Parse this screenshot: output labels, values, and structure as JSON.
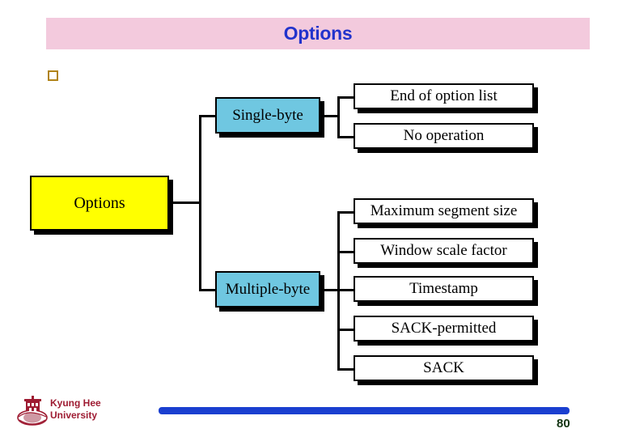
{
  "slide": {
    "title": "Options",
    "bullet_glyph": "hollow-square",
    "title_band_color": "#f3cadd",
    "title_text_color": "#2233cc"
  },
  "diagram": {
    "type": "tree",
    "root": {
      "label": "Options",
      "fill_color": "#ffff00"
    },
    "branches": [
      {
        "label": "Single-byte",
        "fill_color": "#6fc7e1",
        "children": [
          {
            "label": "End of option list",
            "fill_color": "#ffffff"
          },
          {
            "label": "No operation",
            "fill_color": "#ffffff"
          }
        ]
      },
      {
        "label": "Multiple-byte",
        "fill_color": "#6fc7e1",
        "children": [
          {
            "label": "Maximum segment size",
            "fill_color": "#ffffff"
          },
          {
            "label": "Window scale factor",
            "fill_color": "#ffffff"
          },
          {
            "label": "Timestamp",
            "fill_color": "#ffffff"
          },
          {
            "label": "SACK-permitted",
            "fill_color": "#ffffff"
          },
          {
            "label": "SACK",
            "fill_color": "#ffffff"
          }
        ]
      }
    ]
  },
  "footer": {
    "university_line1": "Kyung Hee",
    "university_line2": "University",
    "university_color": "#9e1b32",
    "rule_color": "#1a3fd0",
    "page_number": "80",
    "page_number_color": "#113311"
  }
}
